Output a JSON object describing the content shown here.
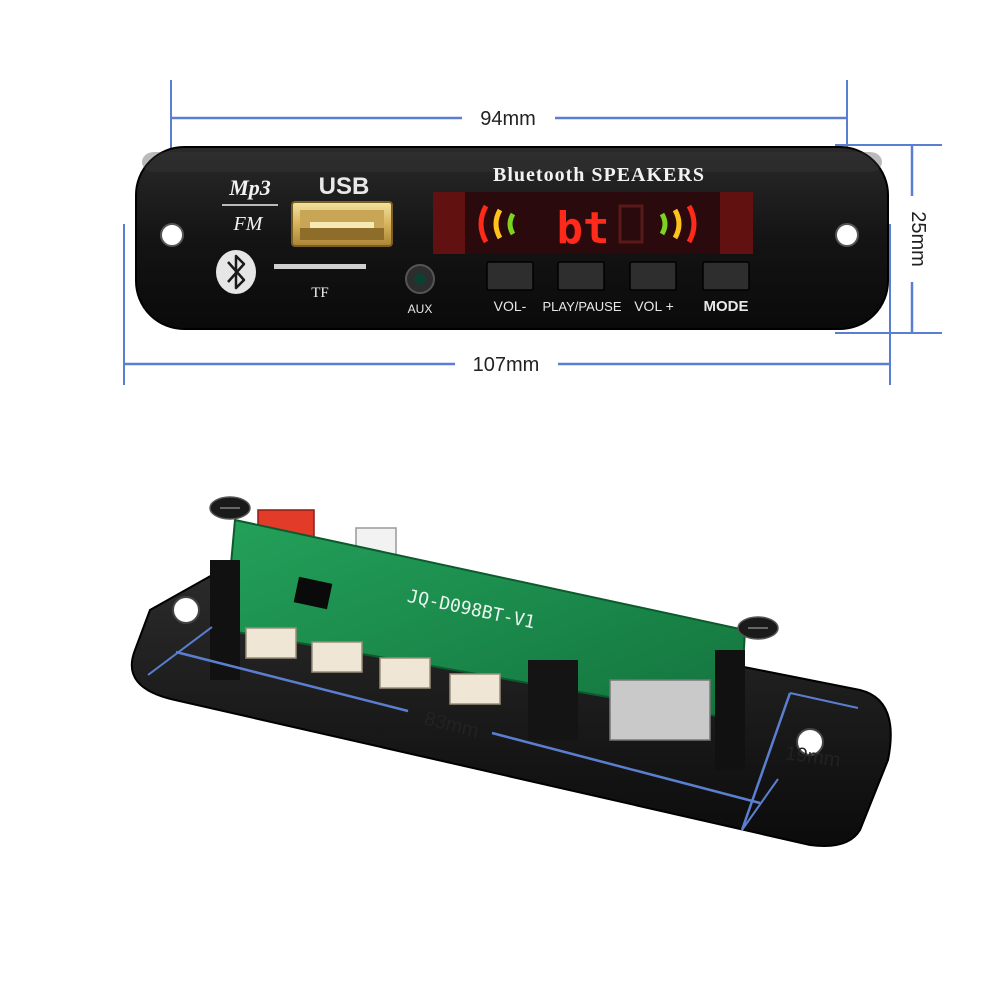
{
  "dimensions": {
    "top_width": "94mm",
    "total_width": "107mm",
    "height": "25mm",
    "bottom_length": "83mm",
    "bottom_depth": "19mm"
  },
  "panel": {
    "logo_mp3": "Mp3",
    "logo_fm": "FM",
    "usb_label": "USB",
    "tf_label": "TF",
    "aux_label": "AUX",
    "title": "Bluetooth  SPEAKERS",
    "display_text": "bt",
    "buttons": [
      "VOL-",
      "PLAY/PAUSE",
      "VOL +",
      "MODE"
    ]
  },
  "board": {
    "model": "JQ-D098BT-V1"
  },
  "colors": {
    "dimension_line": "#5b7fd0",
    "panel": "#151515",
    "pcb": "#1a8a4a",
    "display_red": "#ff2a1a",
    "display_green": "#7ed321",
    "display_yellow": "#ffc21a"
  }
}
